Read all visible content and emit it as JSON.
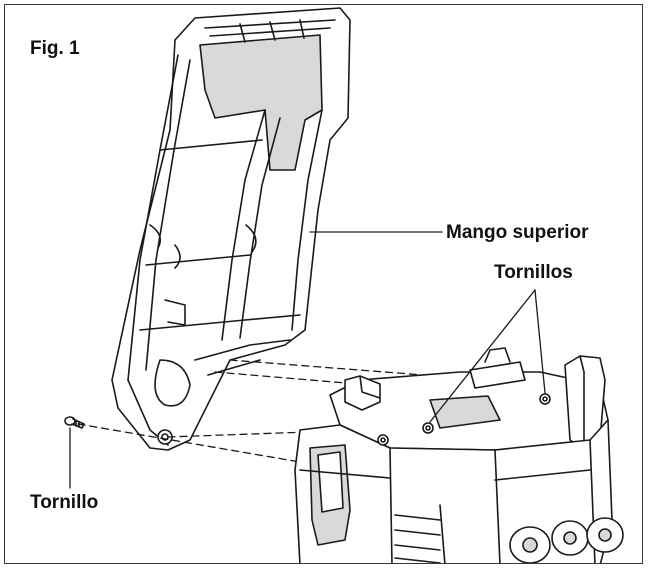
{
  "figure": {
    "label": "Fig. 1"
  },
  "callouts": {
    "upper_handle": "Mango superior",
    "screws": "Tornillos",
    "screw": "Tornillo"
  },
  "colors": {
    "line": "#1a1a1a",
    "shade": "#d9d9d9",
    "border": "#3a3a3a",
    "background": "#ffffff"
  }
}
